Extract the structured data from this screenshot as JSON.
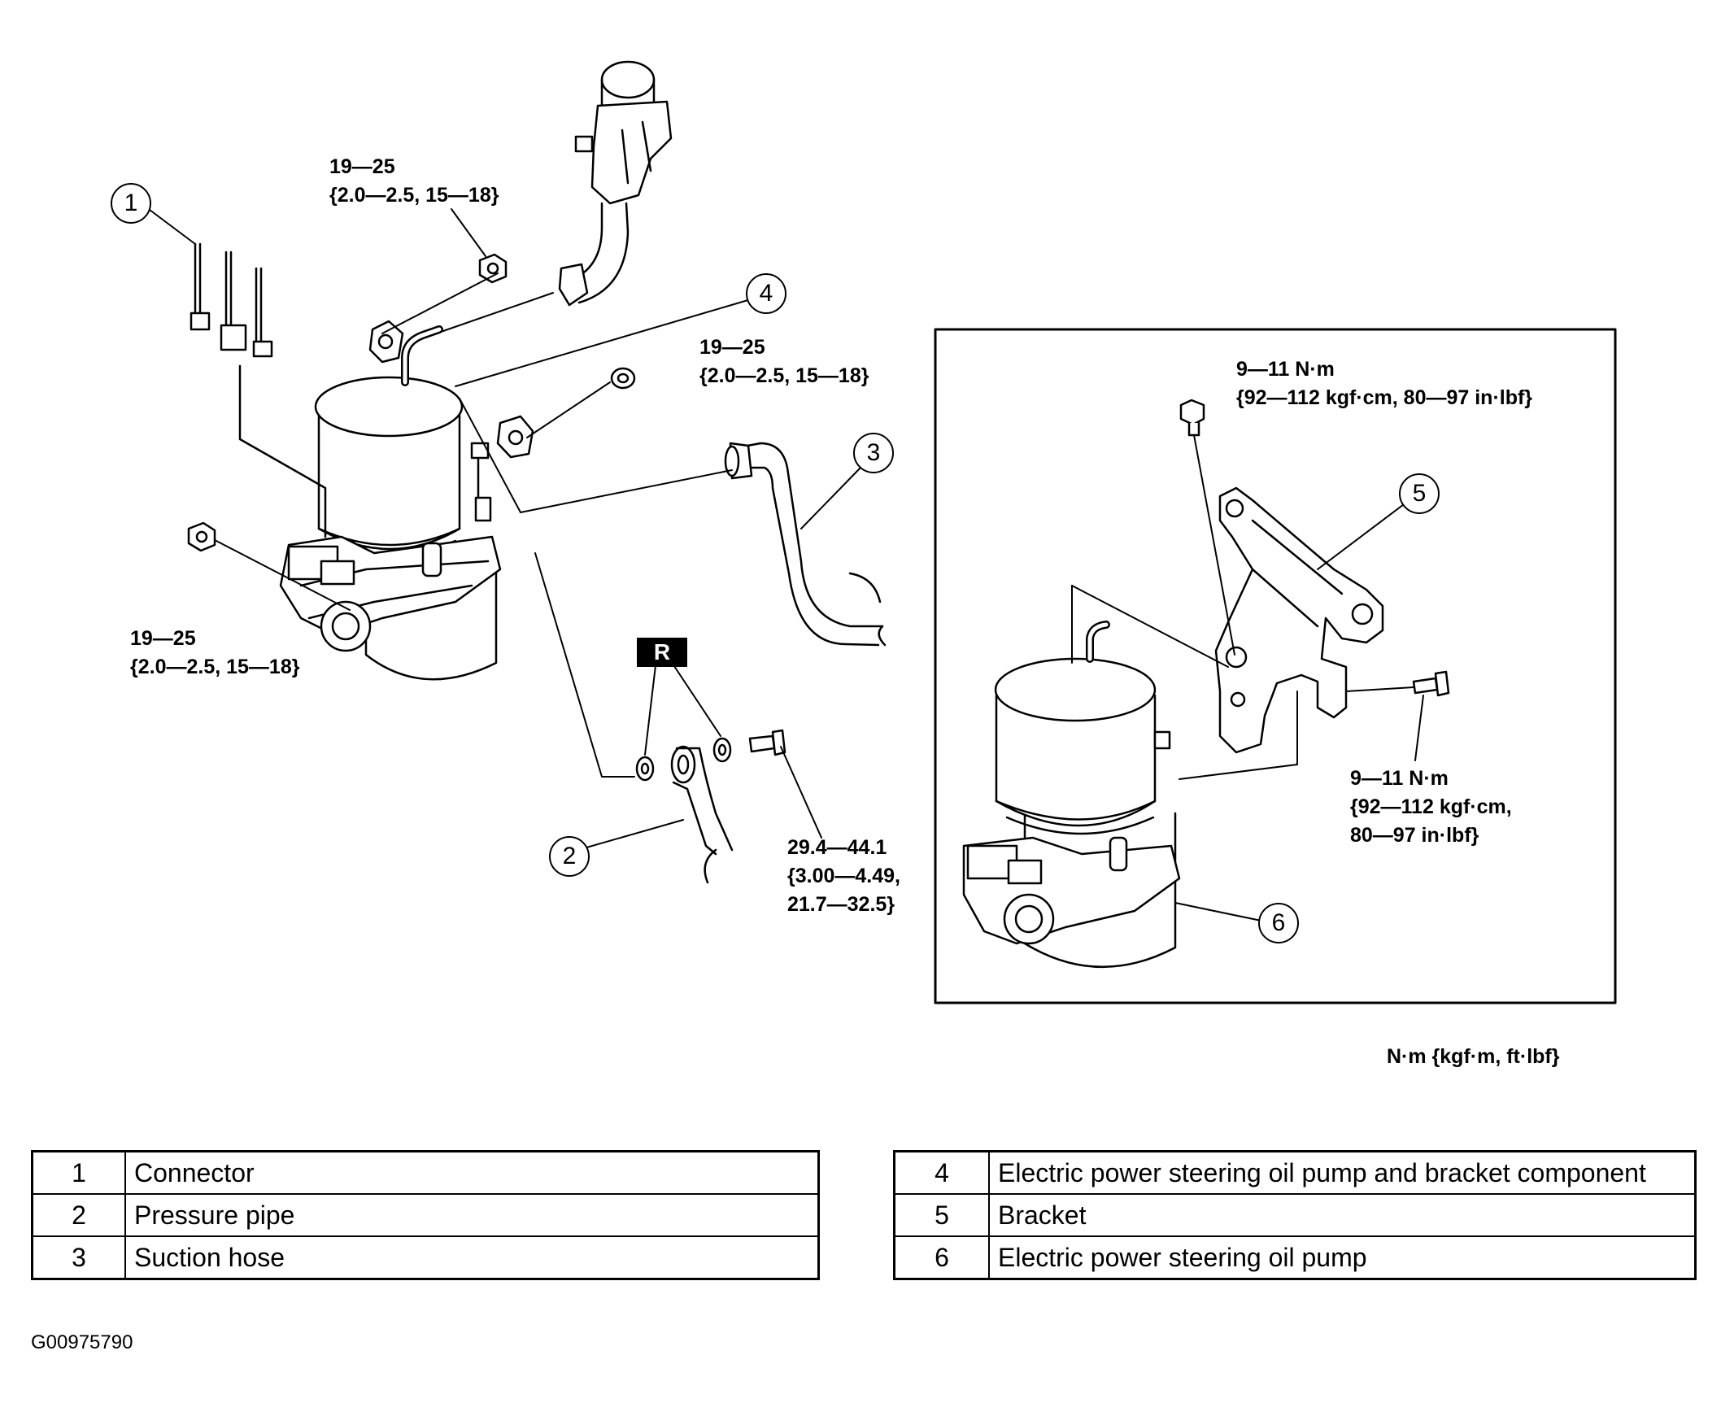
{
  "figure_id": "G00975790",
  "unit_note": "N·m {kgf·m, ft·lbf}",
  "reuse_badge": "R",
  "callouts": [
    "1",
    "2",
    "3",
    "4",
    "5",
    "6"
  ],
  "torque": {
    "reservoir_nut": {
      "line1": "19—25",
      "line2": "{2.0—2.5, 15—18}"
    },
    "suction_nut": {
      "line1": "19—25",
      "line2": "{2.0—2.5, 15—18}"
    },
    "lower_nut": {
      "line1": "19—25",
      "line2": "{2.0—2.5, 15—18}"
    },
    "pressure_bolt": {
      "line1": "29.4—44.1",
      "line2": "{3.00—4.49,",
      "line3": "21.7—32.5}"
    },
    "bracket_top_bolt": {
      "line1": "9—11 N·m",
      "line2": "{92—112 kgf·cm, 80—97 in·lbf}"
    },
    "bracket_side_bolt": {
      "line1": "9—11 N·m",
      "line2": "{92—112 kgf·cm,",
      "line3": "80—97 in·lbf}"
    }
  },
  "parts_left": [
    {
      "num": "1",
      "name": "Connector"
    },
    {
      "num": "2",
      "name": "Pressure pipe"
    },
    {
      "num": "3",
      "name": "Suction hose"
    }
  ],
  "parts_right": [
    {
      "num": "4",
      "name": "Electric power steering oil pump and bracket component"
    },
    {
      "num": "5",
      "name": "Bracket"
    },
    {
      "num": "6",
      "name": "Electric power steering oil pump"
    }
  ]
}
